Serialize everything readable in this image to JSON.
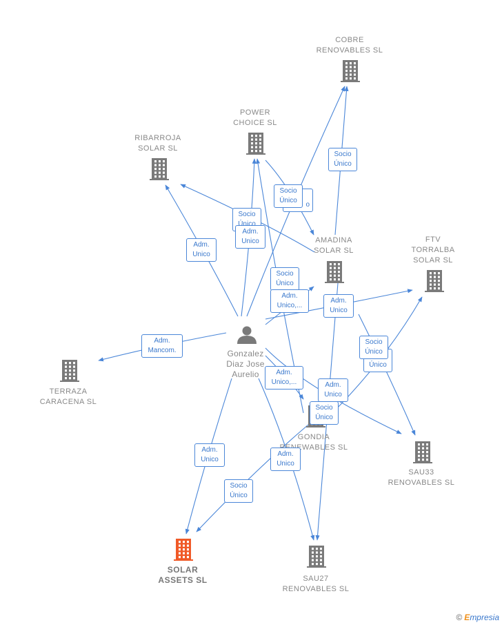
{
  "person": {
    "name": "Gonzalez Diaz Jose Aurelio",
    "icon": "person-icon"
  },
  "companies": [
    {
      "id": "cobre",
      "name": "COBRE RENOVABLES SL",
      "icon": "building-icon"
    },
    {
      "id": "power",
      "name": "POWER CHOICE SL",
      "icon": "building-icon"
    },
    {
      "id": "ribarroja",
      "name": "RIBARROJA SOLAR SL",
      "icon": "building-icon"
    },
    {
      "id": "amadina",
      "name": "AMADINA SOLAR SL",
      "icon": "building-icon"
    },
    {
      "id": "ftv",
      "name": "FTV TORRALBA SOLAR SL",
      "icon": "building-icon"
    },
    {
      "id": "terraza",
      "name": "TERRAZA CARACENA SL",
      "icon": "building-icon"
    },
    {
      "id": "gondia",
      "name": "GONDIA RENEWABLES SL",
      "icon": "building-icon"
    },
    {
      "id": "sau33",
      "name": "SAU33 RENOVABLES SL",
      "icon": "building-icon"
    },
    {
      "id": "solar_assets",
      "name": "SOLAR ASSETS SL",
      "icon": "building-icon",
      "highlight": true
    },
    {
      "id": "sau27",
      "name": "SAU27 RENOVABLES SL",
      "icon": "building-icon"
    }
  ],
  "relations": [
    {
      "id": "r1",
      "line1": "Socio",
      "line2": "Único"
    },
    {
      "id": "r2",
      "line1": "Socio",
      "line2": "Único"
    },
    {
      "id": "r3",
      "line1": "",
      "line2": "o"
    },
    {
      "id": "r4",
      "line1": "Socio",
      "line2": "Único"
    },
    {
      "id": "r5",
      "line1": "Adm.",
      "line2": "Unico"
    },
    {
      "id": "r6",
      "line1": "Adm.",
      "line2": "Unico"
    },
    {
      "id": "r7",
      "line1": "Socio",
      "line2": "Único"
    },
    {
      "id": "r8",
      "line1": "Adm.",
      "line2": "Unico,..."
    },
    {
      "id": "r9",
      "line1": "Adm.",
      "line2": "Unico"
    },
    {
      "id": "r10",
      "line1": "Adm.",
      "line2": "Mancom."
    },
    {
      "id": "r11",
      "line1": "Socio",
      "line2": "Único"
    },
    {
      "id": "r12",
      "line1": "",
      "line2": "Único"
    },
    {
      "id": "r13",
      "line1": "Adm.",
      "line2": "Unico,..."
    },
    {
      "id": "r14",
      "line1": "Adm.",
      "line2": "Unico"
    },
    {
      "id": "r15",
      "line1": "Socio",
      "line2": "Único"
    },
    {
      "id": "r16",
      "line1": "Adm.",
      "line2": "Unico"
    },
    {
      "id": "r17",
      "line1": "Adm.",
      "line2": "Unico"
    },
    {
      "id": "r18",
      "line1": "Socio",
      "line2": "Único"
    }
  ],
  "colors": {
    "edge": "#4a86d8",
    "building": "#7a7a7a",
    "highlight": "#f05a28",
    "person": "#7a7a7a"
  },
  "brand": {
    "copyright": "©",
    "text": "mpresia",
    "initial": "E"
  }
}
